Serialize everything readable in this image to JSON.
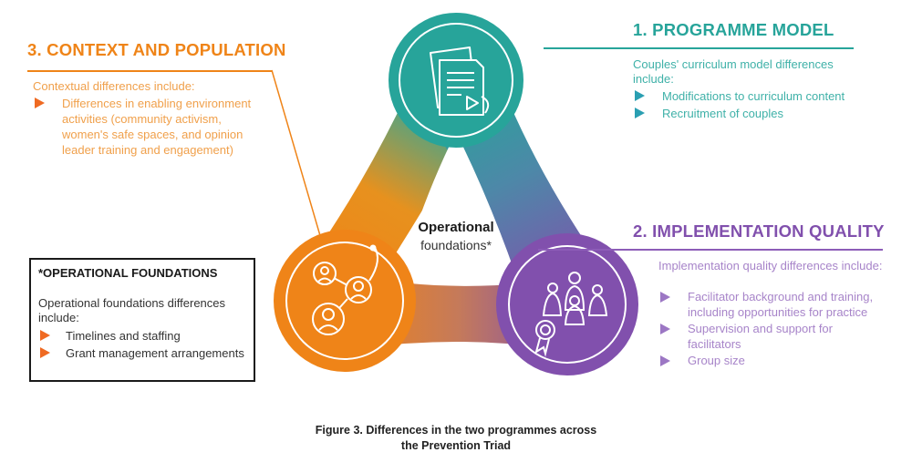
{
  "context": {
    "title": "3. CONTEXT AND POPULATION",
    "intro": "Contextual differences include:",
    "items": [
      "Differences in enabling environment activities (community activism, women's safe spaces, and opinion leader training and engagement)"
    ]
  },
  "programme": {
    "title": "1. PROGRAMME MODEL",
    "intro": "Couples' curriculum model differences include:",
    "items": [
      "Modifications to curriculum content",
      "Recruitment of couples"
    ]
  },
  "implementation": {
    "title": "2. IMPLEMENTATION QUALITY",
    "intro": "Implementation quality differences include:",
    "items": [
      "Facilitator background and training, including opportunities for practice",
      "Supervision and support for facilitators",
      "Group size"
    ]
  },
  "operational_box": {
    "title": "*OPERATIONAL FOUNDATIONS",
    "intro": "Operational foundations differences include:",
    "items": [
      "Timelines and staffing",
      "Grant management arrangements"
    ]
  },
  "center": {
    "bold": "Operational",
    "normal": "foundations*"
  },
  "caption": {
    "line1": "Figure 3. Differences in the two programmes across",
    "line2": "the Prevention Triad"
  },
  "colors": {
    "orange": "#ef8418",
    "teal": "#27a49a",
    "purple": "#8150ad",
    "bullet_orange": "#ef6a22",
    "bullet_teal": "#2a9fb2",
    "bullet_purple": "#9c77c4"
  },
  "icons": {
    "top_node": "document-video-icon",
    "left_node": "people-network-icon",
    "right_node": "group-award-icon"
  }
}
